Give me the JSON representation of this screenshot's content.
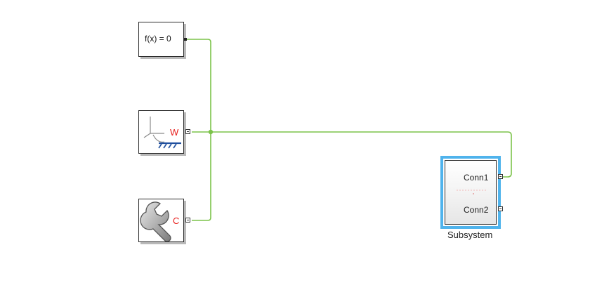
{
  "blocks": {
    "solver_config": {
      "label": "f(x) = 0"
    },
    "world_frame": {
      "port_label": "W"
    },
    "mechanism_config": {
      "port_label": "C"
    },
    "subsystem": {
      "caption": "Subsystem",
      "ports": [
        "Conn1",
        "Conn2"
      ]
    }
  },
  "colors": {
    "wire": "#7cc34a",
    "port_letter": "#e8201e",
    "selection": "#4fb3ec"
  },
  "icons": {
    "world_frame": "coordinate-axes-ground-icon",
    "mechanism_config": "wrench-icon"
  }
}
